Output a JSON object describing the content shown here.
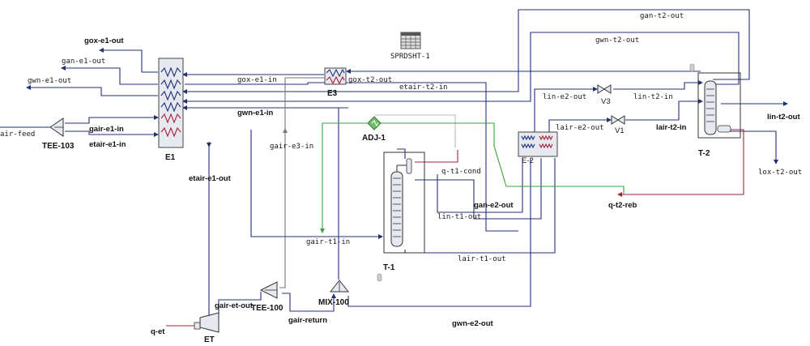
{
  "equipment": {
    "e1": "E1",
    "e3": "E3",
    "e2": "E-2",
    "t1": "T-1",
    "t2": "T-2",
    "tee103": "TEE-103",
    "tee100": "TEE-100",
    "mix100": "MIX-100",
    "et": "ET",
    "v1": "V1",
    "v3": "V3",
    "adj1": "ADJ-1",
    "sprdsht": "SPRDSHT-1"
  },
  "streams": {
    "gox_e1_out": "gox-e1-out",
    "gan_e1_out": "gan-e1-out",
    "gwn_e1_out": "gwn-e1-out",
    "air_feed": "air-feed",
    "gair_e1_in": "gair-e1-in",
    "etair_e1_in": "etair-e1-in",
    "gox_e1_in": "gox-e1-in",
    "gox_t2_out": "gox-t2-out",
    "etair_t2_in": "etair-t2-in",
    "gwn_e1_in": "gwn-e1-in",
    "gair_e3_in": "gair-e3-in",
    "etair_e1_out": "etair-e1-out",
    "gan_t2_out": "gan-t2-out",
    "gwn_t2_out": "gwn-t2-out",
    "lin_e2_out": "lin-e2-out",
    "lin_t2_in": "lin-t2-in",
    "lair_e2_out": "lair-e2-out",
    "lair_t2_in": "lair-t2-in",
    "lin_t2_out": "lin-t2-out",
    "lox_t2_out": "lox-t2-out",
    "q_t1_cond": "q-t1-cond",
    "gan_e2_out": "gan-e2-out",
    "q_t2_reb": "q-t2-reb",
    "lin_t1_out": "lin-t1-out",
    "gair_t1_in": "gair-t1-in",
    "lair_t1_out": "lair-t1-out",
    "gair_et_out": "gair-et-out",
    "gair_return": "gair-return",
    "gwn_e2_out": "gwn-e2-out",
    "q_et": "q-et"
  },
  "colors": {
    "material": "#22307a",
    "energy": "#a8203a",
    "logical": "#3aa03a",
    "equipment_fill": "#e6e9ef"
  }
}
